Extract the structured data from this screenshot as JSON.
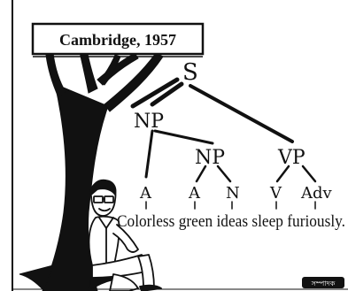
{
  "title": "Cambridge, 1957",
  "tree": {
    "root": "S",
    "subject": "NP",
    "inner_np": "NP",
    "predicate": "VP",
    "pos_tags": [
      "A",
      "A",
      "N",
      "V",
      "Adv"
    ]
  },
  "sentence": "Colorless green ideas sleep furiously.",
  "credit": "সম্পাদক",
  "colors": {
    "ink": "#111111",
    "background": "#ffffff"
  }
}
